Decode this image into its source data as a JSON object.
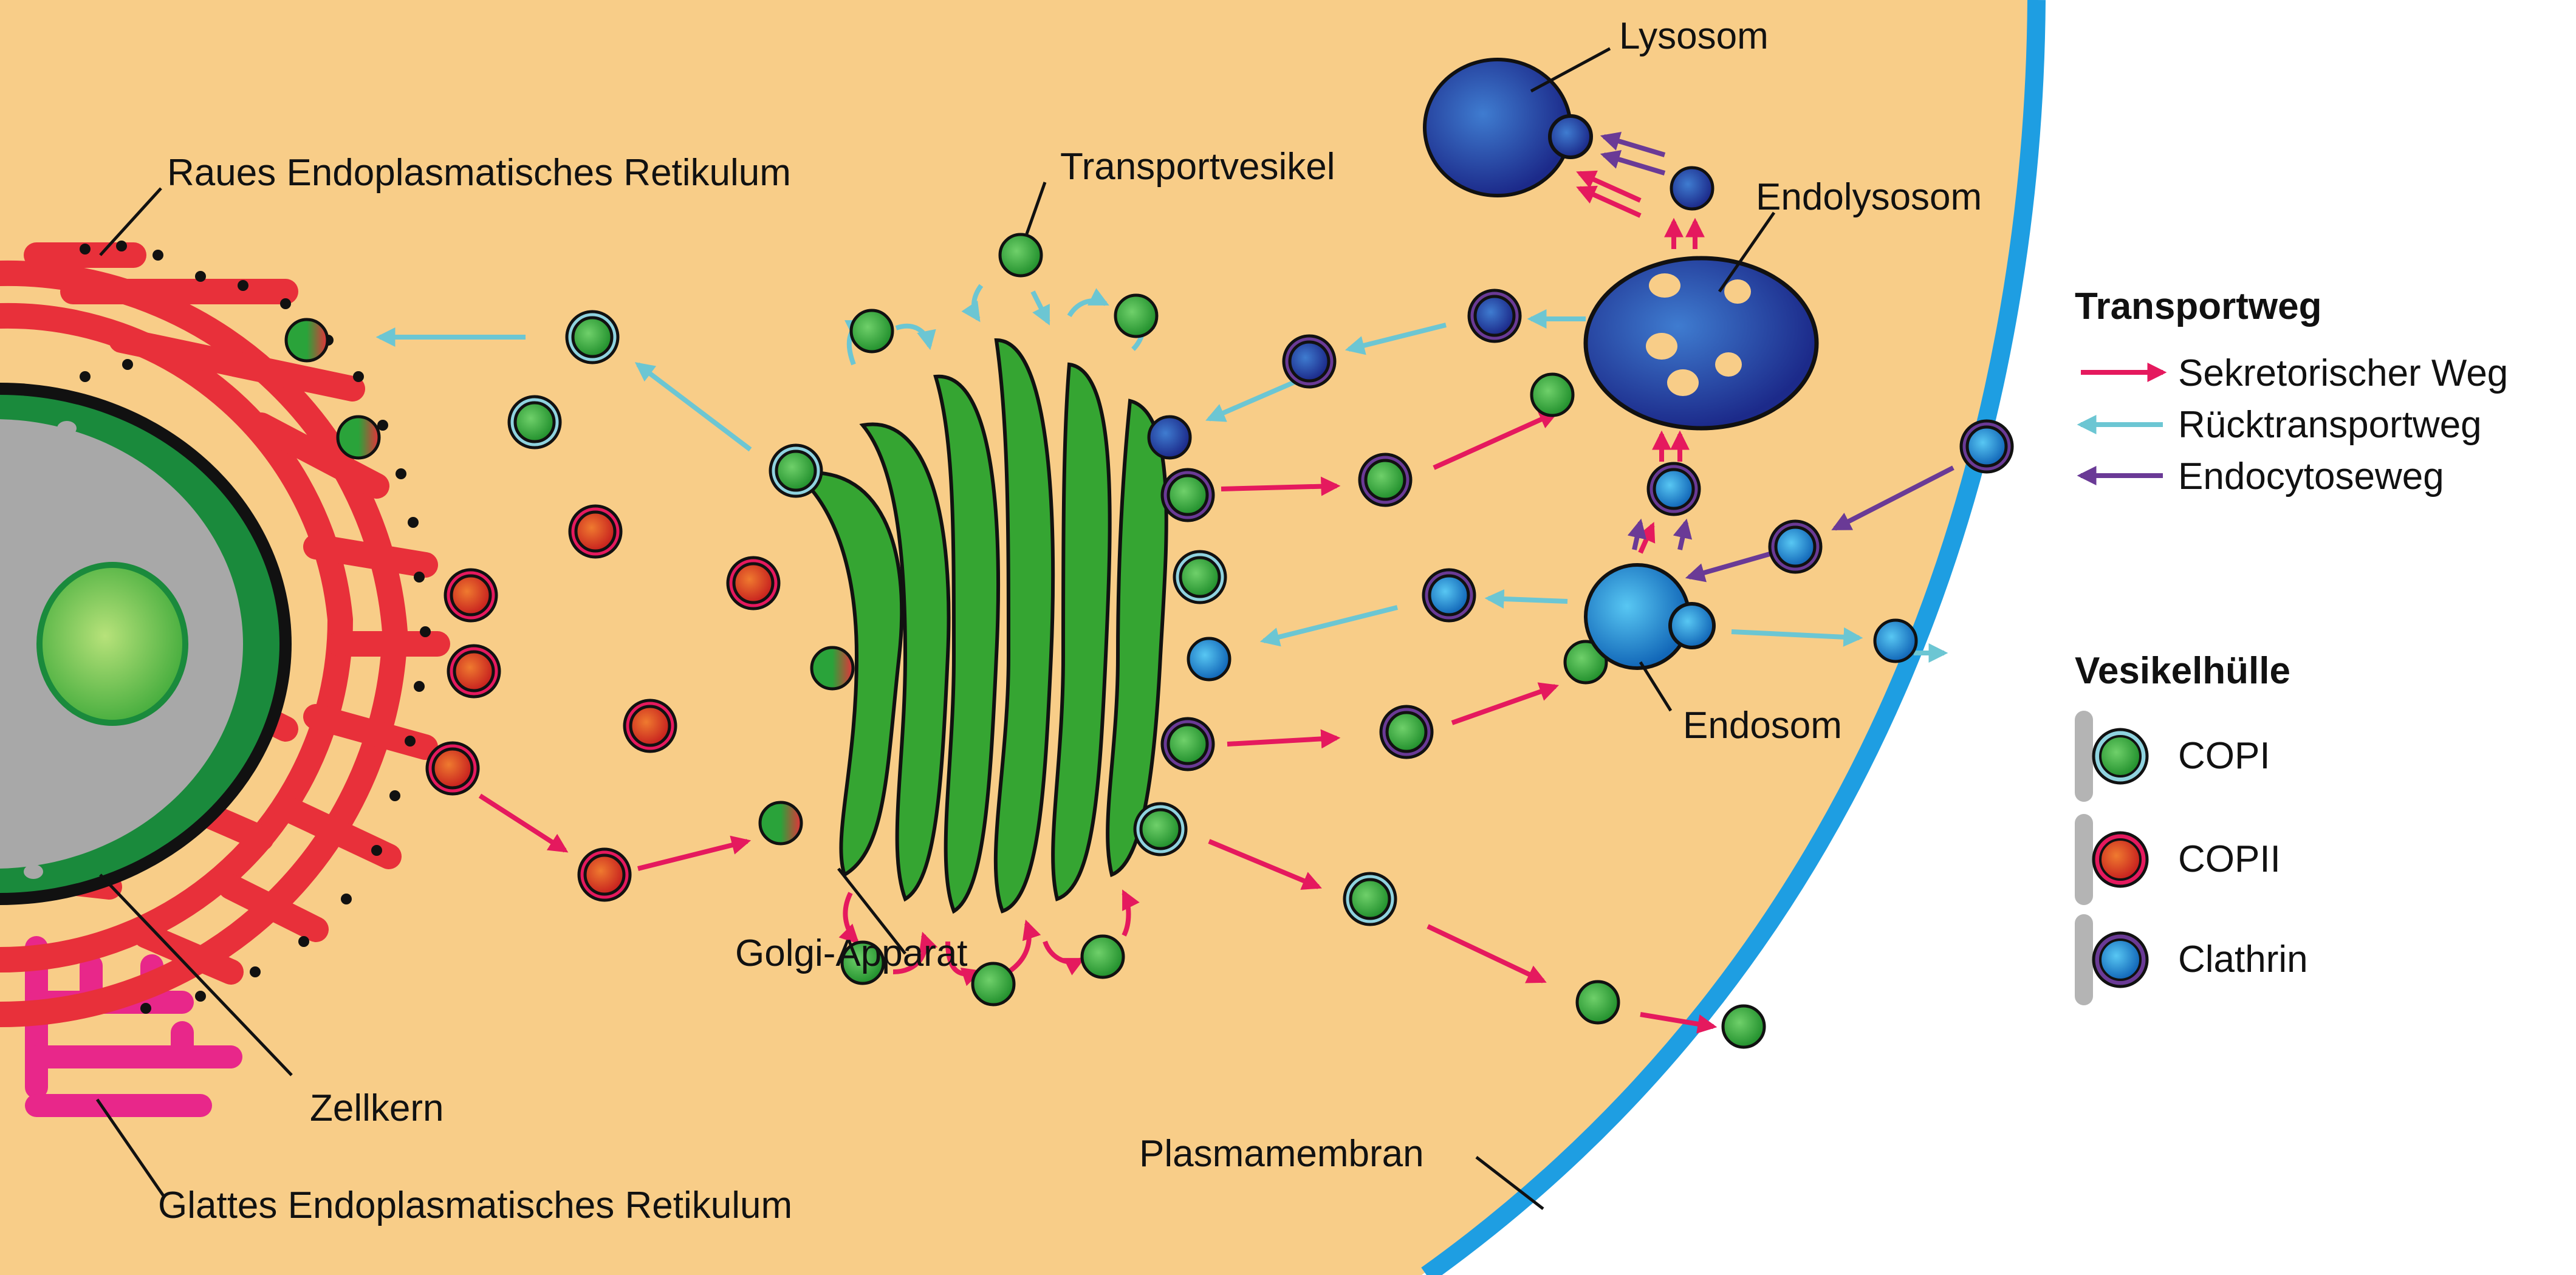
{
  "labels": {
    "rough_er": "Raues Endoplasmatisches Retikulum",
    "transport_vesicle": "Transportvesikel",
    "lysosome": "Lysosom",
    "endolysosome": "Endolysosom",
    "golgi": "Golgi-Apparat",
    "endosome": "Endosom",
    "nucleus": "Zellkern",
    "smooth_er": "Glattes Endoplasmatisches Retikulum",
    "plasma_membrane": "Plasmamembran"
  },
  "legend": {
    "transport_title": "Transportweg",
    "transport_items": [
      {
        "label": "Sekretorischer Weg",
        "color": "#e5195e"
      },
      {
        "label": "Rücktransportweg",
        "color": "#6cc6d3"
      },
      {
        "label": "Endocytoseweg",
        "color": "#6a3a96"
      }
    ],
    "coat_title": "Vesikelhülle",
    "coat_items": [
      {
        "label": "COPI",
        "ring": "#8fd3df",
        "fill": "#2aa33a"
      },
      {
        "label": "COPII",
        "ring": "#e5195e",
        "fill": "#d8332a"
      },
      {
        "label": "Clathrin",
        "ring": "#6a3a96",
        "fill": "#1d9ce0"
      }
    ]
  },
  "colors": {
    "cytoplasm": "#f8cd88",
    "membrane": "#1e9ee2",
    "er": "#e8303a",
    "smooth_er": "#e8278a",
    "golgi": "#35a532",
    "nucleus_ring": "#1a8a3c",
    "nucleus_inner": "#a8a8a8",
    "nucleolus": "#4bb43e",
    "lysosome": "#243c9c",
    "endosome": "#1d9ce0",
    "secretory": "#e5195e",
    "retrograde": "#6cc6d3",
    "endocytic": "#6a3a96"
  }
}
